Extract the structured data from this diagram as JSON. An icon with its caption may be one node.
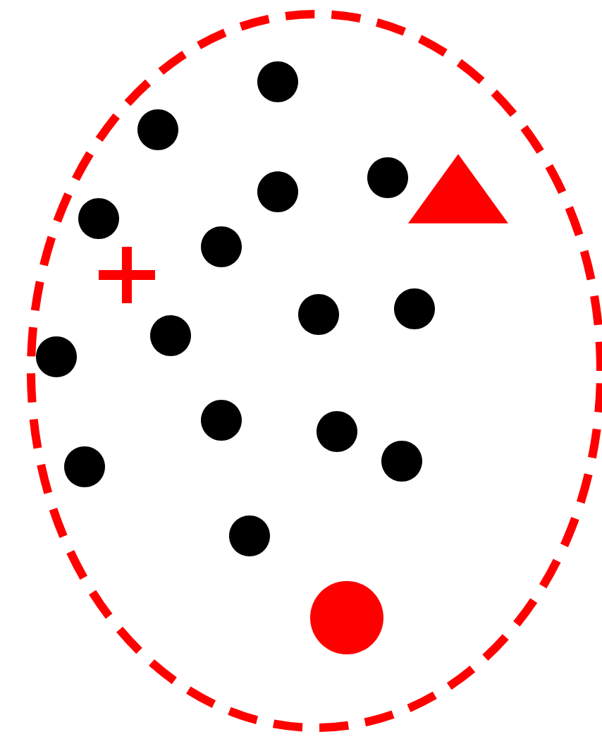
{
  "diagram": {
    "nodes": [
      {
        "text": [],
        "shape": "ellipse"
      },
      {
        "text": [],
        "shape": "dot",
        "in": 0
      },
      {
        "text": [],
        "shape": "dot",
        "in": 0
      },
      {
        "text": [],
        "shape": "dot",
        "in": 0
      },
      {
        "text": [],
        "shape": "triangle",
        "in": 0
      },
      {
        "text": [],
        "shape": "dot",
        "in": 0
      },
      {
        "text": [],
        "shape": "dot",
        "in": 0
      },
      {
        "text": [],
        "shape": "dot",
        "in": 0
      },
      {
        "text": [],
        "shape": "cross",
        "in": 0
      },
      {
        "text": [],
        "shape": "dot",
        "in": 0
      },
      {
        "text": [],
        "shape": "dot",
        "in": 0
      },
      {
        "text": [],
        "shape": "dot",
        "in": 0
      },
      {
        "text": [],
        "shape": "dot",
        "in": 0
      },
      {
        "text": [],
        "shape": "dot",
        "in": 0
      },
      {
        "text": [],
        "shape": "dot",
        "in": 0
      },
      {
        "text": [],
        "shape": "dot",
        "in": 0
      },
      {
        "text": [],
        "shape": "dot",
        "in": 0
      },
      {
        "text": [],
        "shape": "dot",
        "in": 0
      },
      {
        "text": [],
        "shape": "circle",
        "in": 0
      }
    ]
  }
}
